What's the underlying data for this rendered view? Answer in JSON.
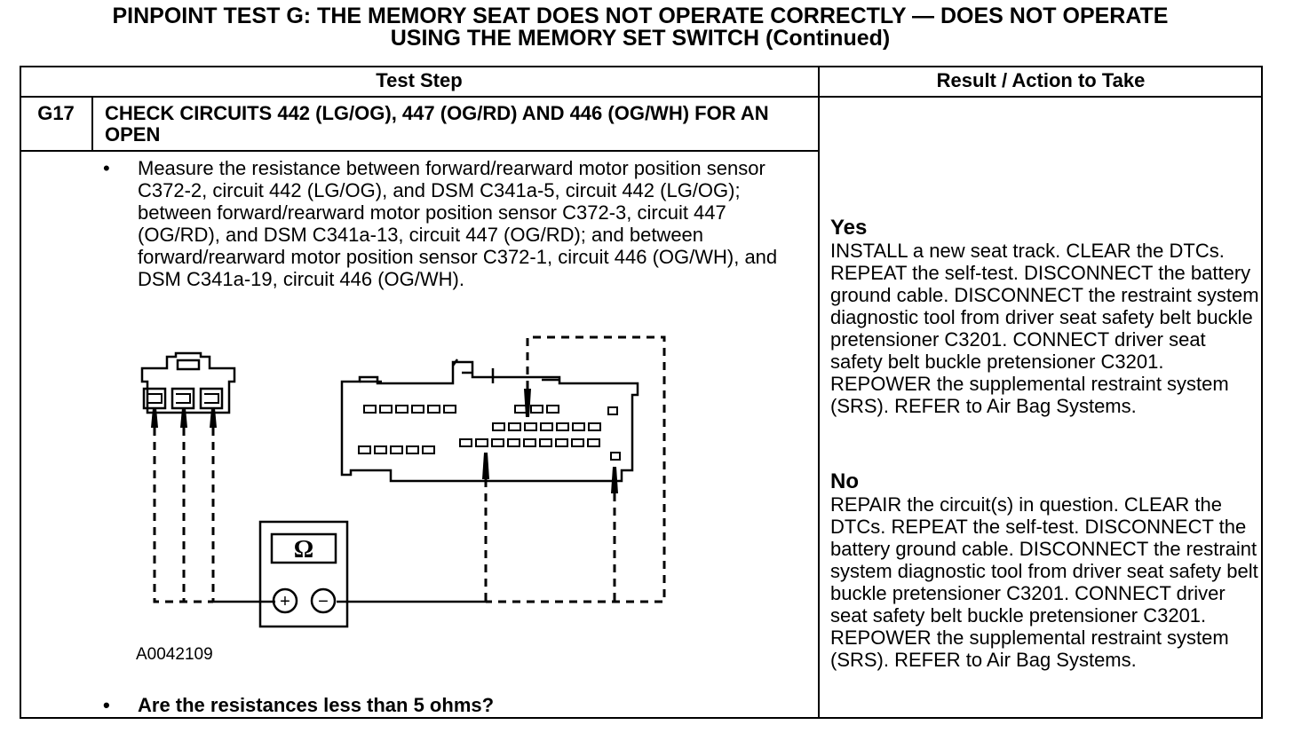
{
  "title": {
    "line1": "PINPOINT TEST  G: THE MEMORY SEAT DOES NOT OPERATE CORRECTLY — DOES NOT OPERATE",
    "line2": "USING THE MEMORY SET SWITCH (Continued)"
  },
  "table": {
    "header_test_step": "Test Step",
    "header_result": "Result / Action to Take"
  },
  "step": {
    "id": "G17",
    "title": "CHECK CIRCUITS 442 (LG/OG), 447 (OG/RD) AND 446 (OG/WH) FOR AN OPEN",
    "bullet": "•",
    "instruction": "Measure the resistance between forward/rearward motor position sensor C372-2, circuit 442 (LG/OG), and DSM C341a-5, circuit 442 (LG/OG); between forward/rearward motor position sensor C372-3, circuit 447 (OG/RD), and DSM C341a-13, circuit 447 (OG/RD); and between forward/rearward motor position sensor C372-1, circuit 446 (OG/WH), and DSM  C341a-19, circuit 446 (OG/WH).",
    "figure_id": "A0042109",
    "meter_symbol": "Ω",
    "meter_plus": "+",
    "meter_minus": "−",
    "question": "Are the resistances less than 5 ohms?"
  },
  "results": {
    "yes_heading": "Yes",
    "yes_text": "INSTALL a new seat track. CLEAR the DTCs. REPEAT the self-test. DISCONNECT the battery ground cable. DISCONNECT the restraint system diagnostic tool from driver seat safety belt buckle pretensioner C3201. CONNECT driver seat safety belt buckle  pretensioner C3201. REPOWER the supplemental restraint system (SRS). REFER to Air Bag Systems.",
    "no_heading": "No",
    "no_text": "REPAIR the circuit(s) in question. CLEAR the DTCs. REPEAT the self-test. DISCONNECT the battery ground cable. DISCONNECT the restraint system diagnostic tool from driver seat safety belt buckle pretensioner C3201. CONNECT driver seat safety  belt buckle pretensioner C3201. REPOWER the supplemental restraint system (SRS). REFER to Air Bag Systems."
  }
}
